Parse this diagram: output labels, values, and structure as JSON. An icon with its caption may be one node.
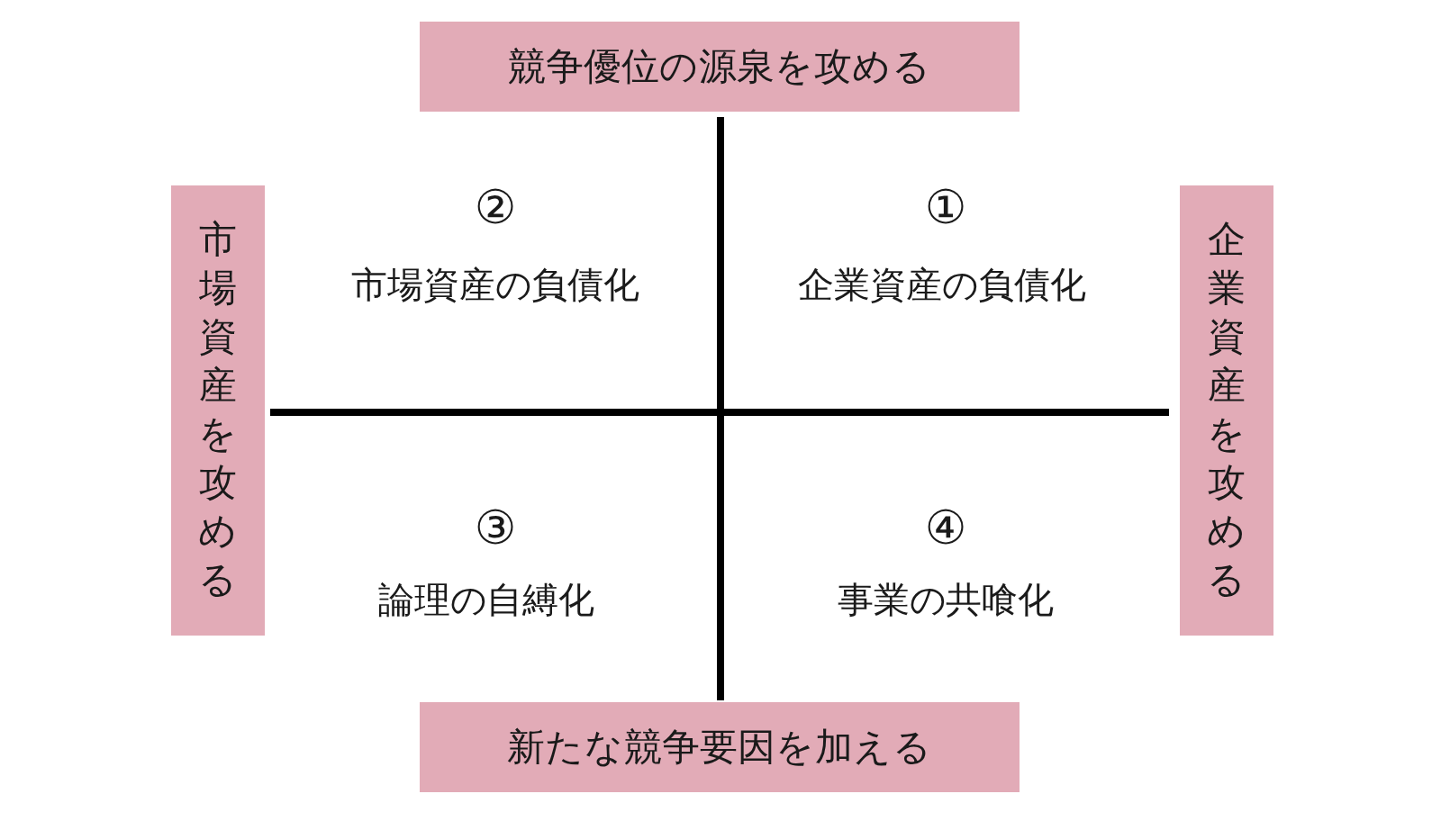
{
  "diagram": {
    "nodes": [
      {
        "text": [
          "競争優位の源泉を攻める"
        ]
      },
      {
        "text": [
          "市場資産を攻める"
        ]
      },
      {
        "text": [
          "企業資産を攻める"
        ]
      },
      {
        "text": [
          "新たな競争要因を加える"
        ]
      }
    ],
    "labels": [
      "②",
      "市場資産の負債化",
      "①",
      "企業資産の負債化",
      "③",
      "論理の自縛化",
      "④",
      "事業の共喰化"
    ]
  }
}
